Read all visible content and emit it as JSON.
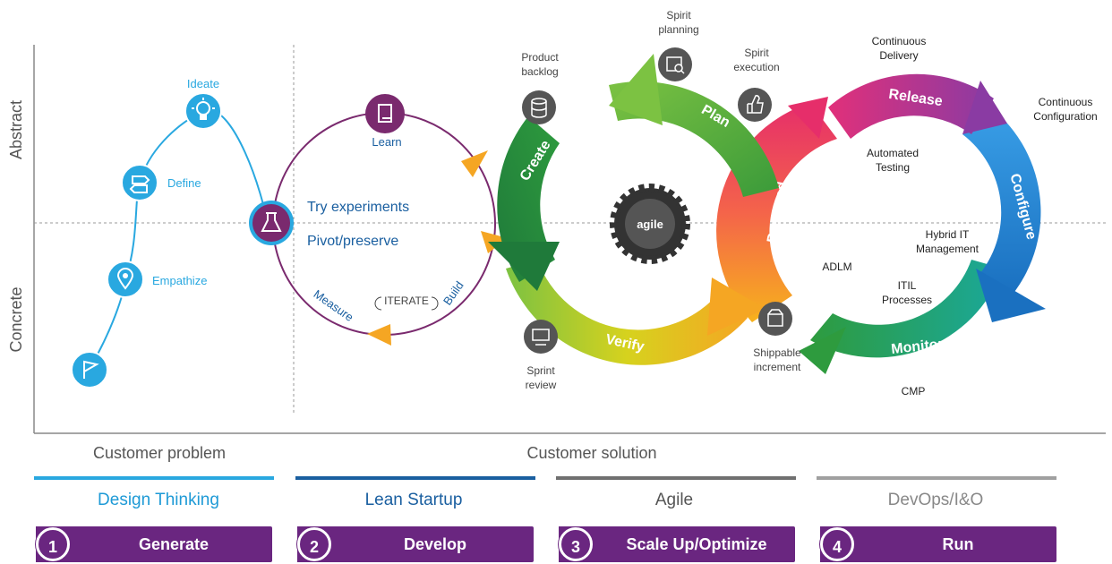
{
  "axes": {
    "y_top": "Abstract",
    "y_bottom": "Concrete",
    "x_left": "Customer problem",
    "x_right": "Customer solution"
  },
  "design_thinking": {
    "steps": [
      "Ideate",
      "Define",
      "Empathize"
    ],
    "icons": [
      "lightbulb-icon",
      "signpost-icon",
      "location-pin-icon",
      "flag-icon",
      "flask-icon"
    ]
  },
  "lean_startup": {
    "learn": "Learn",
    "try": "Try experiments",
    "pivot": "Pivot/preserve",
    "measure": "Measure",
    "build": "Build",
    "iterate": "ITERATE"
  },
  "agile": {
    "center": "agile",
    "segments": [
      "Create",
      "Plan",
      "Verify"
    ],
    "labels": {
      "product_backlog": [
        "Product",
        "backlog"
      ],
      "sprint_planning": [
        "Spirit",
        "planning"
      ],
      "sprint_execution": [
        "Spirit",
        "execution"
      ],
      "sprint_review": [
        "Sprint",
        "review"
      ],
      "shippable": [
        "Shippable",
        "increment"
      ]
    }
  },
  "devops": {
    "segments": [
      "Release",
      "Configure",
      "Monitor",
      "Prepared"
    ],
    "labels": {
      "continuous_delivery": [
        "Continuous",
        "Delivery"
      ],
      "continuous_configuration": [
        "Continuous",
        "Configuration"
      ],
      "automated_testing": [
        "Automated",
        "Testing"
      ],
      "hybrid_it": [
        "Hybrid IT",
        "Management"
      ],
      "itil": [
        "ITIL",
        "Processes"
      ],
      "adlm": "ADLM",
      "cmp": "CMP"
    }
  },
  "phases": [
    {
      "title": "Design Thinking",
      "number": "1",
      "label": "Generate",
      "title_color": "#1e9ad6",
      "line_color": "#29a8e0"
    },
    {
      "title": "Lean Startup",
      "number": "2",
      "label": "Develop",
      "title_color": "#1a5fa0",
      "line_color": "#1a5fa0"
    },
    {
      "title": "Agile",
      "number": "3",
      "label": "Scale Up/Optimize",
      "title_color": "#555555",
      "line_color": "#707070"
    },
    {
      "title": "DevOps/I&O",
      "number": "4",
      "label": "Run",
      "title_color": "#888888",
      "line_color": "#a0a0a0"
    }
  ],
  "colors": {
    "purple": "#6a2680",
    "blue": "#29a8e0",
    "orange": "#f5a623"
  }
}
